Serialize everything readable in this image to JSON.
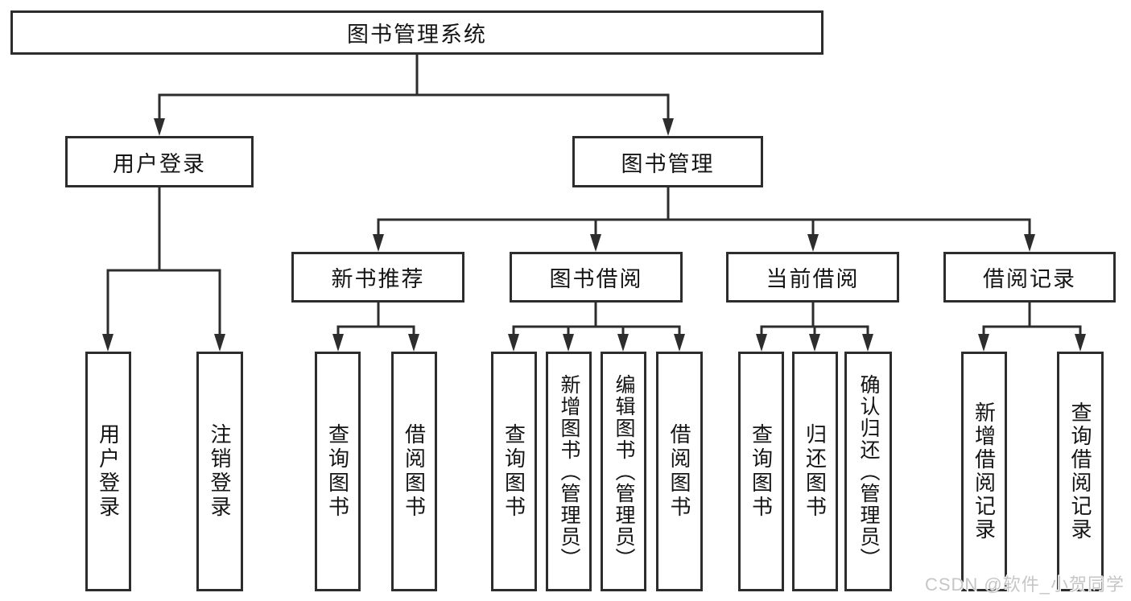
{
  "diagram": {
    "root": {
      "label": "图书管理系统"
    },
    "level2": [
      {
        "label": "用户登录"
      },
      {
        "label": "图书管理"
      }
    ],
    "level3": [
      {
        "label": "新书推荐",
        "parent": "图书管理"
      },
      {
        "label": "图书借阅",
        "parent": "图书管理"
      },
      {
        "label": "当前借阅",
        "parent": "图书管理"
      },
      {
        "label": "借阅记录",
        "parent": "图书管理"
      }
    ],
    "leaves": [
      {
        "label": "用户登录",
        "parent": "用户登录"
      },
      {
        "label": "注销登录",
        "parent": "用户登录"
      },
      {
        "label": "查询图书",
        "parent": "新书推荐"
      },
      {
        "label": "借阅图书",
        "parent": "新书推荐"
      },
      {
        "label": "查询图书",
        "parent": "图书借阅"
      },
      {
        "label": "新增图书（管理员）",
        "parent": "图书借阅"
      },
      {
        "label": "编辑图书（管理员）",
        "parent": "图书借阅"
      },
      {
        "label": "借阅图书",
        "parent": "图书借阅"
      },
      {
        "label": "查询图书",
        "parent": "当前借阅"
      },
      {
        "label": "归还图书",
        "parent": "当前借阅"
      },
      {
        "label": "确认归还（管理员）",
        "parent": "当前借阅"
      },
      {
        "label": "新增借阅记录",
        "parent": "借阅记录"
      },
      {
        "label": "查询借阅记录",
        "parent": "借阅记录"
      }
    ]
  },
  "watermark": {
    "text": "CSDN @软件_小贺同学"
  },
  "colors": {
    "line": "#2d2d2d",
    "box_border": "#2d2d2d",
    "text": "#141414",
    "background": "#ffffff",
    "watermark": "#c6c6c6"
  }
}
